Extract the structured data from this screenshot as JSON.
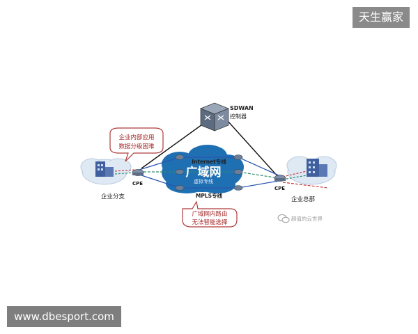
{
  "watermark_top": "天生赢家",
  "watermark_bottom": "www.dbesport.com",
  "diagram": {
    "controller_line1": "SDWAN",
    "controller_line2": "控制器",
    "wan_title": "广域网",
    "internet_label": "Internet专线",
    "virtual_label": "虚拟专线",
    "mpls_label": "MPLS专线",
    "left_cpe": "CPE",
    "right_cpe": "CPE",
    "branch_label": "企业分支",
    "hq_label": "企业总部",
    "callout_top_line1": "企业内部应用",
    "callout_top_line2": "数据分级困难",
    "callout_bottom_line1": "广域网内路由",
    "callout_bottom_line2": "无法智能选择",
    "source_mark": "颜值的云世界"
  },
  "colors": {
    "cloud_center": "#1f6fb3",
    "cloud_side": "#dfe9f4",
    "callout_border": "#b03a3a",
    "callout_text": "#a52a2a",
    "internet_line": "#2a56b0",
    "mpls_line": "#c23a3a",
    "virtual_line": "#2d8c6b",
    "controller_line": "#111111"
  }
}
